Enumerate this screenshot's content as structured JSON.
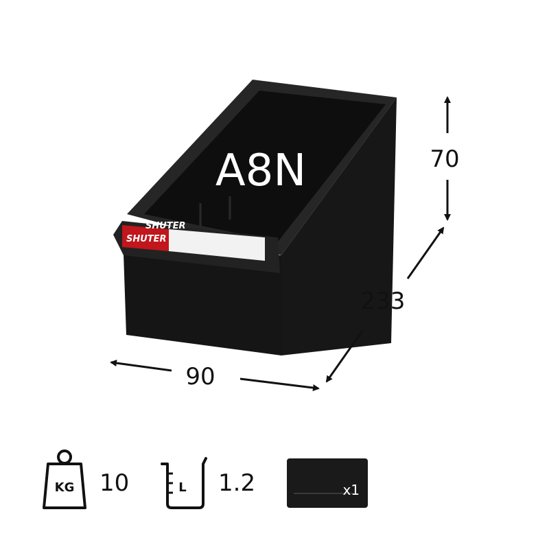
{
  "product": {
    "model": "A8N",
    "brand_label": "SHUTER",
    "body_color": "#1c1c1c",
    "label_color": "#c0161c"
  },
  "dimensions": {
    "height": "70",
    "depth": "233",
    "width": "90"
  },
  "specs": {
    "weight_icon_text": "KG",
    "weight_value": "10",
    "volume_icon_text": "L",
    "volume_value": "1.2",
    "divider_quantity": "x1"
  }
}
